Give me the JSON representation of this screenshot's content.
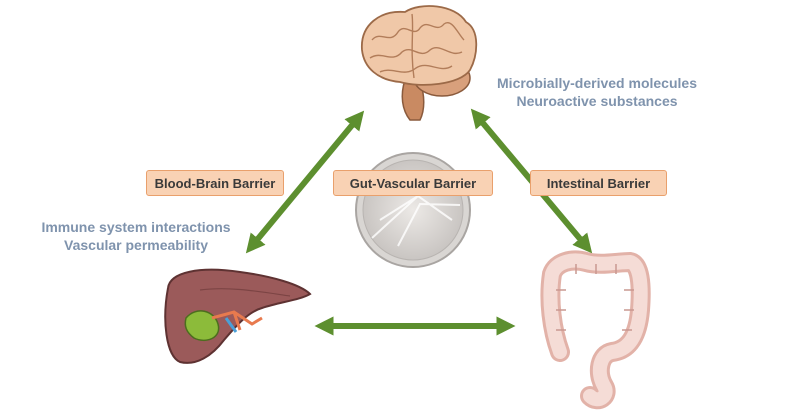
{
  "barriers": {
    "blood_brain": "Blood-Brain Barrier",
    "gut_vascular": "Gut-Vascular Barrier",
    "intestinal": "Intestinal Barrier"
  },
  "annotations": {
    "brain_gut": [
      "Microbially-derived molecules",
      "Neuroactive substances"
    ],
    "brain_liver": [
      "Immune system interactions",
      "Vascular permeability"
    ]
  },
  "organs": [
    "brain-icon",
    "liver-icon",
    "intestine-icon",
    "petri-dish-icon"
  ],
  "colors": {
    "arrow": "#5d8f2f",
    "barrier_fill": "#f9d2b4",
    "barrier_border": "#e9a06c",
    "annotation_text": "#7f93ad"
  }
}
